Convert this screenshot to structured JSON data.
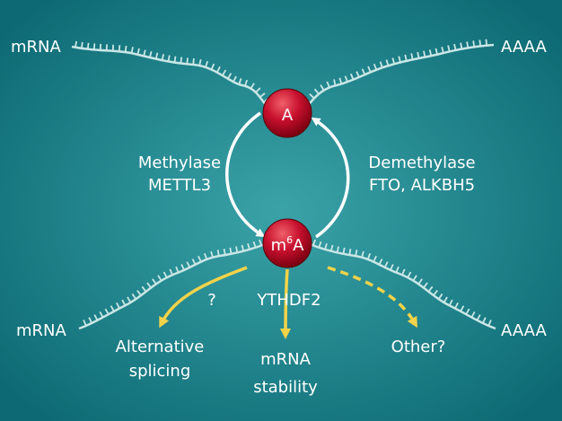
{
  "strands": {
    "top_left": "mRNA",
    "top_right": "AAAA",
    "bottom_left": "mRNA",
    "bottom_right": "AAAA"
  },
  "nodes": {
    "a": "A",
    "m6a_base": "m",
    "m6a_sup": "6",
    "m6a_end": "A"
  },
  "enzymes": {
    "methylase": [
      "Methylase",
      "METTL3"
    ],
    "demethylase": [
      "Demethylase",
      "FTO, ALKBH5"
    ],
    "reader": "YTHDF2",
    "unknown": "?"
  },
  "outcomes": {
    "splicing": [
      "Alternative",
      "splicing"
    ],
    "stability": [
      "mRNA",
      "stability"
    ],
    "other": "Other?"
  },
  "colors": {
    "bg_center": "#3aa3a8",
    "bg_edge": "#0d6a74",
    "node": "#c8102e",
    "arrow_yellow": "#f3d34a",
    "arrow_white": "#ffffff"
  }
}
